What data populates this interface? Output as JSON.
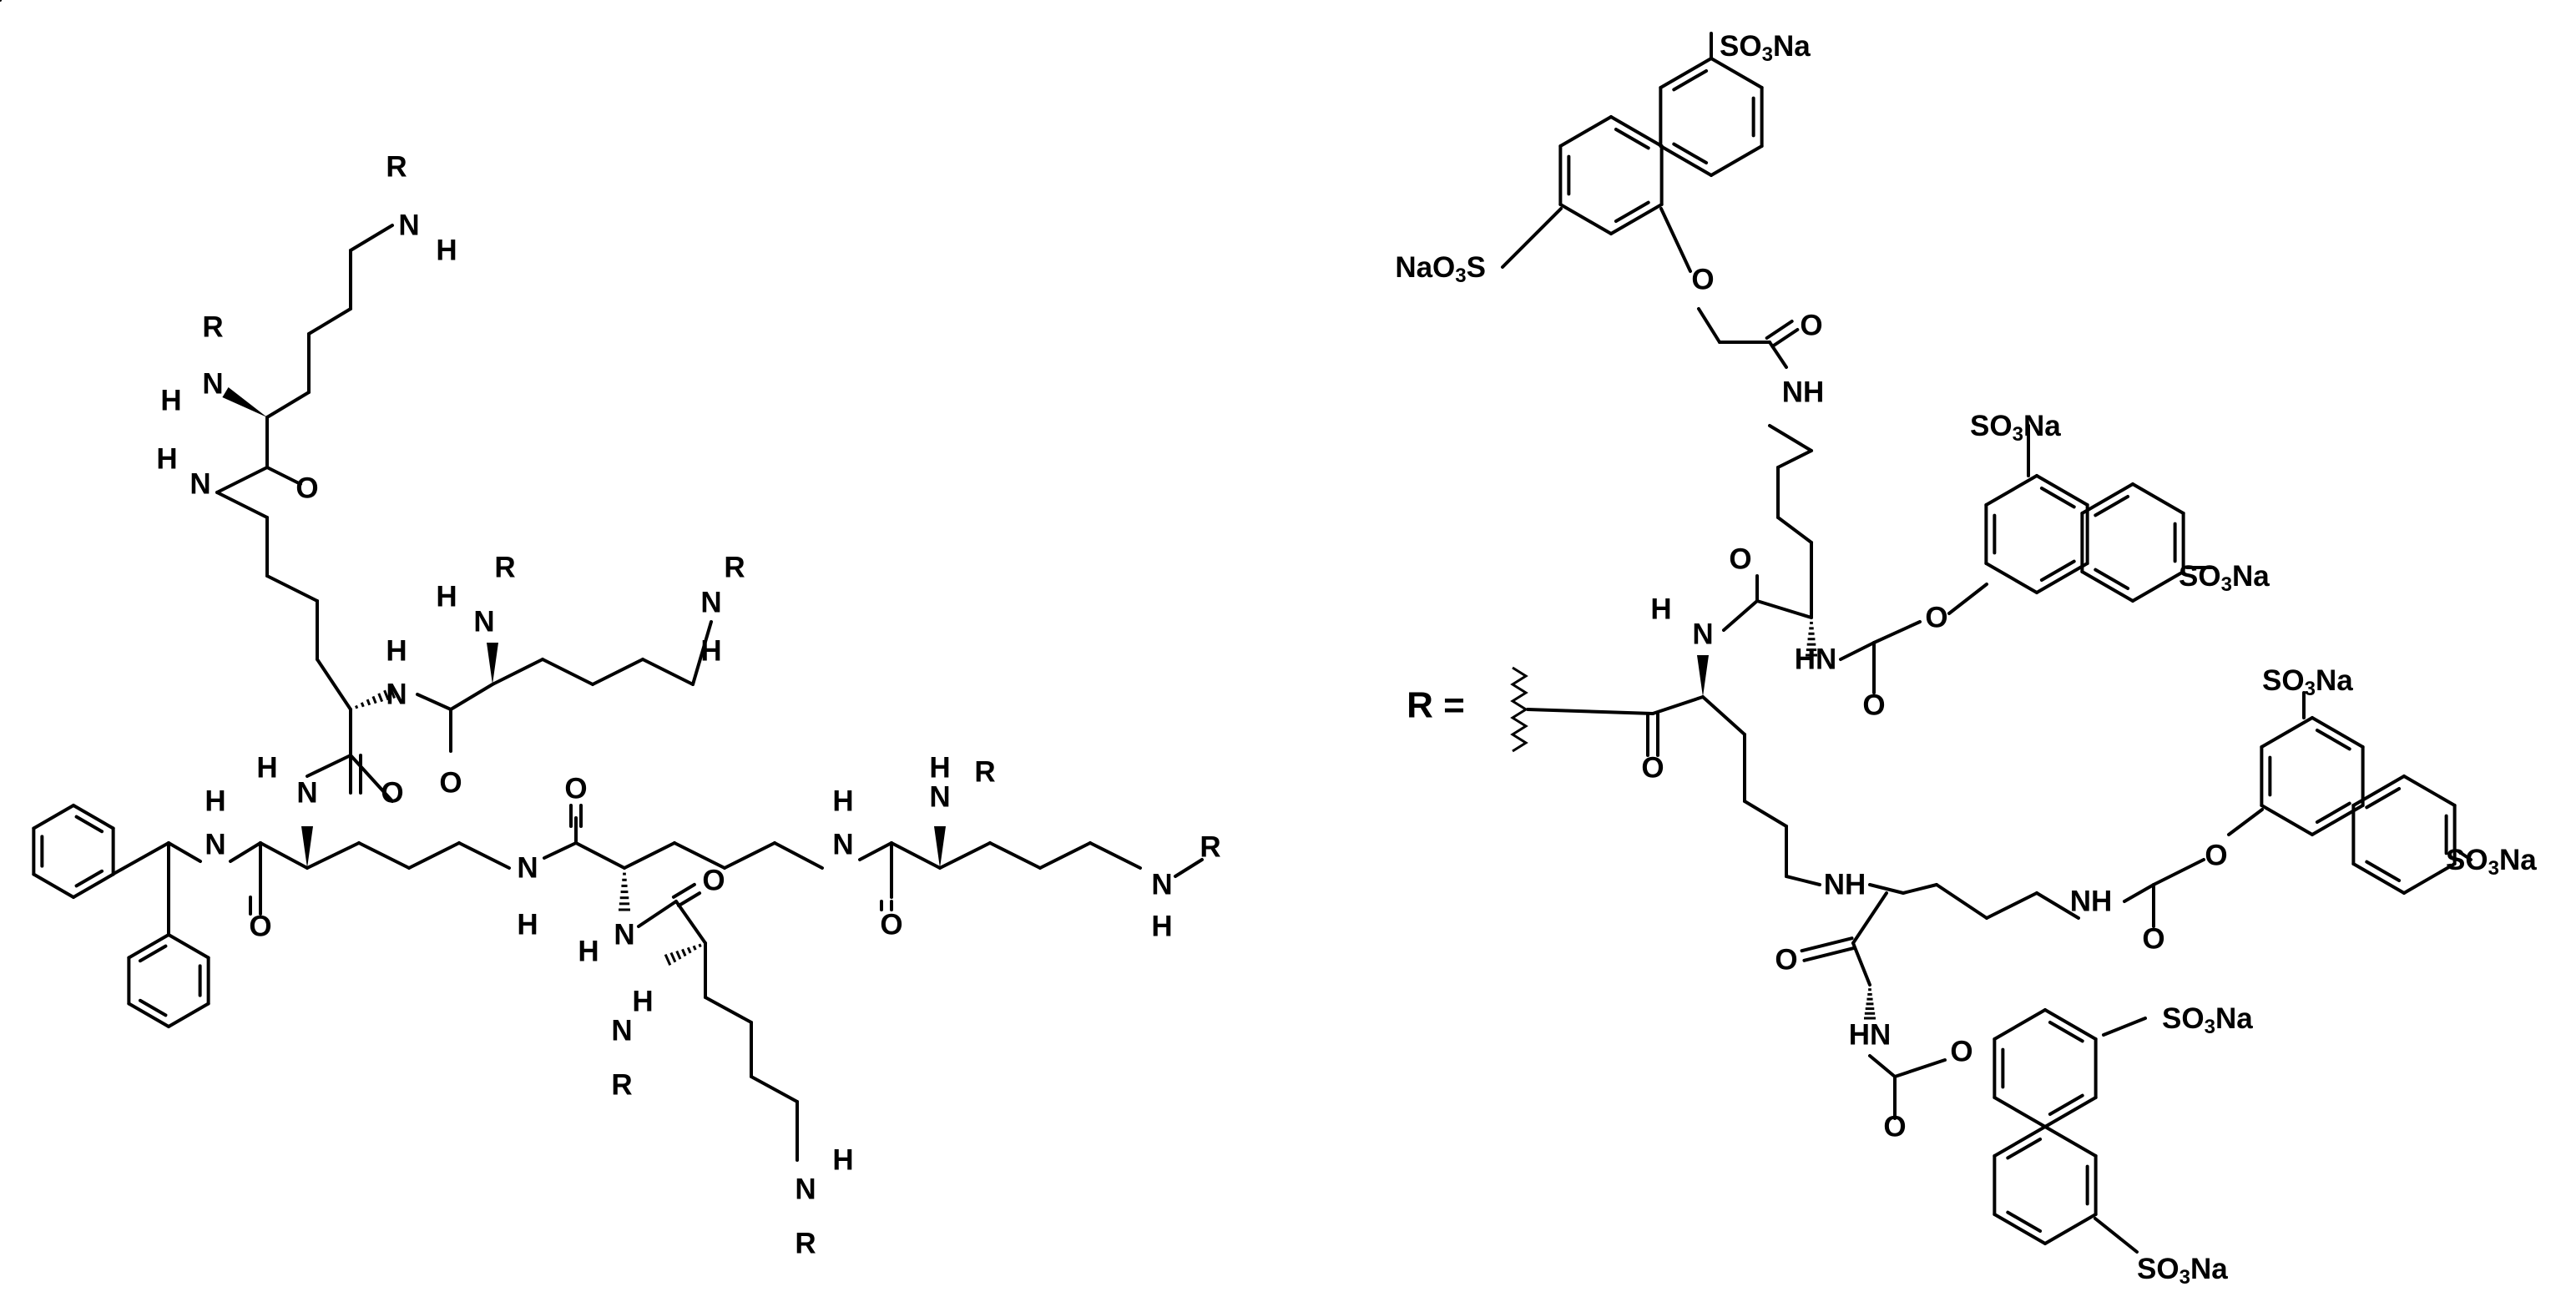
{
  "figure": {
    "left_molecule": {
      "atom_labels": {
        "amine": "N",
        "hydrogen": "H",
        "oxygen": "O",
        "substituent": "R"
      }
    },
    "r_definition": {
      "r_label": "R =",
      "sulfonate": "SO3Na",
      "sulfonate_parts": {
        "prefix": "SO",
        "subscript": "3",
        "suffix": "Na"
      },
      "sulfonate_left": "NaO3S",
      "sulfonate_left_parts": {
        "prefix": "NaO",
        "subscript": "3",
        "suffix": "S"
      },
      "nh": "NH",
      "hn": "HN",
      "oxygen": "O",
      "nitrogen": "N",
      "hydrogen": "H"
    }
  }
}
